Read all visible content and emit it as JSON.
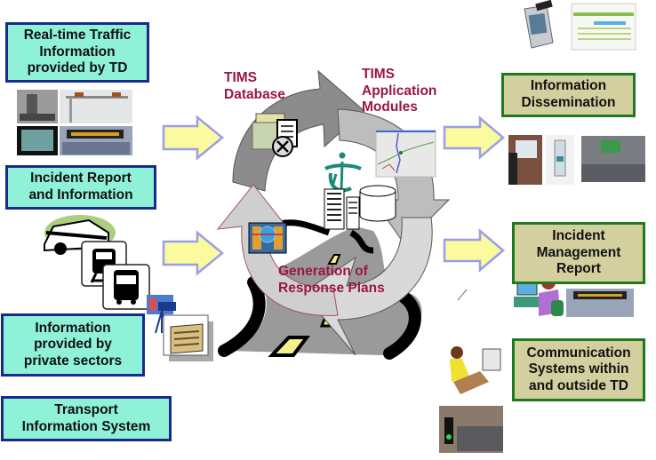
{
  "title": "TIMS overview diagram",
  "colors": {
    "left_box_fill": "#8ff2d8",
    "left_box_border": "#1a2a8c",
    "right_box_fill": "#d4cf9f",
    "right_box_border": "#1f7a1f",
    "center_label": "#9a1645",
    "flow_arrow_fill": "#fbfa9e",
    "flow_arrow_border": "#9a9ee8"
  },
  "inputs": [
    {
      "label": "Real-time Traffic\nInformation\nprovided by TD"
    },
    {
      "label": "Incident Report\nand Information"
    },
    {
      "label": "Information\nprovided by\nprivate sectors"
    },
    {
      "label": "Transport\nInformation System"
    }
  ],
  "center": {
    "database_label": "TIMS\nDatabase",
    "modules_label": "TIMS\nApplication\nModules",
    "response_label": "Generation of\nResponse Plans"
  },
  "outputs": [
    {
      "label": "Information\nDissemination"
    },
    {
      "label": "Incident\nManagement\nReport"
    },
    {
      "label": "Communication\nSystems within\nand outside TD"
    }
  ],
  "icons": {
    "cctv": "cctv-camera-photo",
    "gantry": "gantry-sign-photo",
    "camera_feed": "traffic-camera-feed-photo",
    "vms": "variable-message-sign-photo",
    "police_car": "police-car-icon",
    "train": "train-icon",
    "bus": "bus-icon",
    "video_camera": "video-camera-icon",
    "newspaper": "newspaper-icon",
    "pda": "pda-device-photo",
    "website": "website-screenshot",
    "kiosk": "kiosk-photo",
    "road_sign": "road-sign-photo",
    "operator": "operator-at-computer-icon",
    "traffic_light": "traffic-light-photo",
    "td_logo": "td-logo-icon",
    "server": "server-icon",
    "database": "database-cylinder-icon",
    "map": "map-screenshot",
    "network": "network-globe-icon",
    "files": "database-files-icon"
  }
}
